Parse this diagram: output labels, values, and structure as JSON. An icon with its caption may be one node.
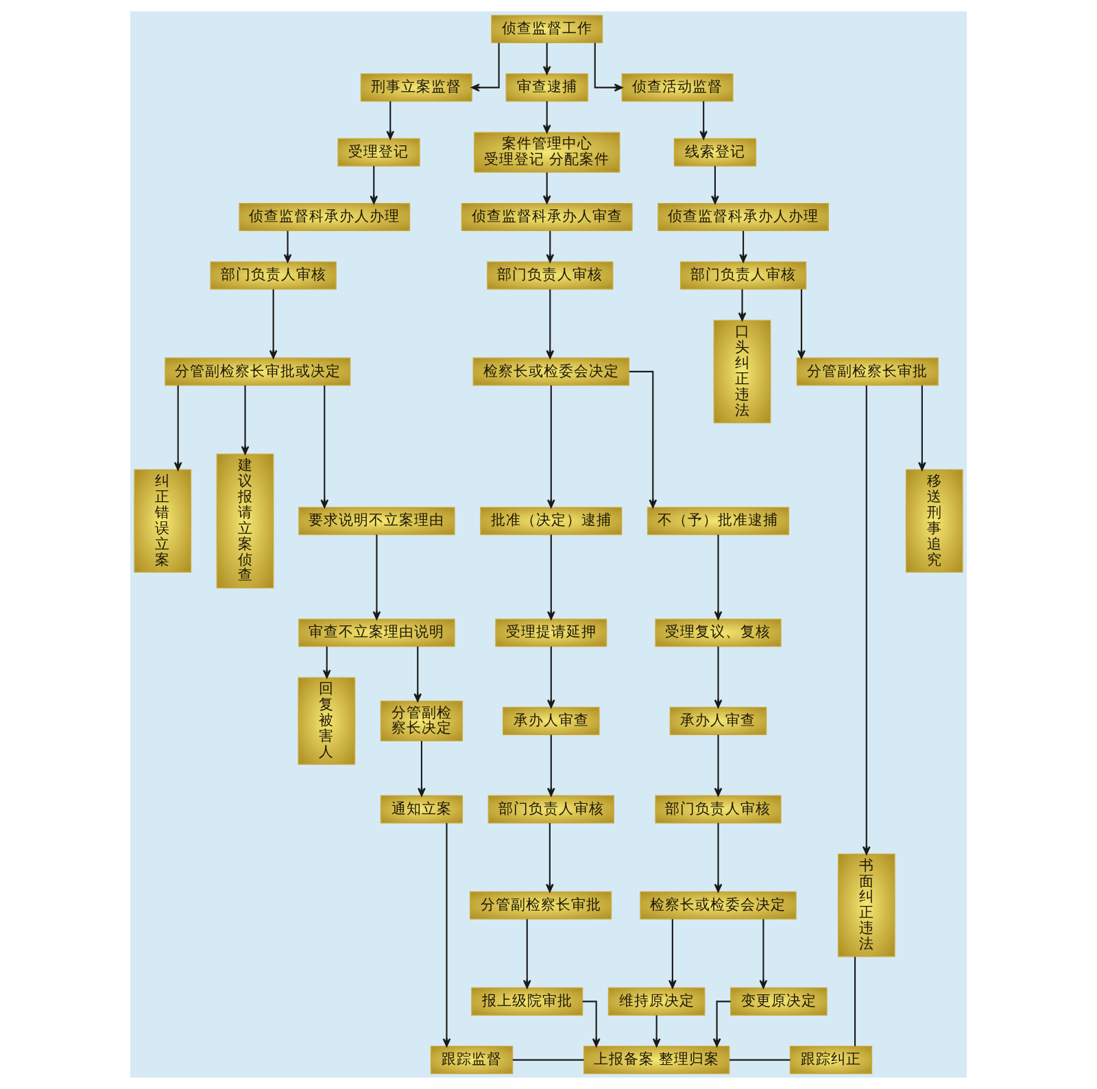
{
  "diagram": {
    "nodes": [
      {
        "text": [
          "侦查监督工作"
        ]
      },
      {
        "text": [
          "刑事立案监督"
        ]
      },
      {
        "text": [
          "审查逮捕"
        ]
      },
      {
        "text": [
          "侦查活动监督"
        ]
      },
      {
        "text": [
          "受理登记"
        ]
      },
      {
        "text": [
          "案件管理中心受理登记 分配案件"
        ]
      },
      {
        "text": [
          "线索登记"
        ]
      },
      {
        "text": [
          "侦查监督科承办人办理"
        ]
      },
      {
        "text": [
          "侦查监督科承办人审查"
        ]
      },
      {
        "text": [
          "侦查监督科承办人办理"
        ]
      },
      {
        "text": [
          "部门负责人审核"
        ]
      },
      {
        "text": [
          "部门负责人审核"
        ]
      },
      {
        "text": [
          "部门负责人审核"
        ]
      },
      {
        "text": [
          "分管副检察长审批或决定"
        ]
      },
      {
        "text": [
          "检察长或检委会决定"
        ]
      },
      {
        "text": [
          "口头纠正违法"
        ]
      },
      {
        "text": [
          "纠正错误立案"
        ]
      },
      {
        "text": [
          "建议报请立案侦查"
        ]
      },
      {
        "text": [
          "批准（决定）逮捕"
        ]
      },
      {
        "text": [
          "不（予）批准逮捕"
        ]
      },
      {
        "text": [
          "分管副检察长审批"
        ]
      },
      {
        "text": [
          "要求说明不立案理由"
        ]
      },
      {
        "text": [
          "受理提请延押"
        ]
      },
      {
        "text": [
          "受理复议、复核"
        ]
      },
      {
        "text": [
          "审查不立案理由说明"
        ]
      },
      {
        "text": [
          "承办人审查"
        ]
      },
      {
        "text": [
          "承办人审查"
        ]
      },
      {
        "text": [
          "书面纠正违法"
        ]
      },
      {
        "text": [
          "移送刑事追究"
        ]
      },
      {
        "text": [
          "回复被害人"
        ]
      },
      {
        "text": [
          "分管副检察长决定"
        ]
      },
      {
        "text": [
          "部门负责人审核"
        ]
      },
      {
        "text": [
          "部门负责人审核"
        ]
      },
      {
        "text": [
          "分管副检察长审批"
        ]
      },
      {
        "text": [
          "检察长或检委会决定"
        ]
      },
      {
        "text": [
          "通知立案"
        ]
      },
      {
        "text": [
          "报上级院审批"
        ]
      },
      {
        "text": [
          "维持原决定"
        ]
      },
      {
        "text": [
          "变更原决定"
        ]
      },
      {
        "text": [
          "跟踪监督"
        ]
      },
      {
        "text": [
          "上报备案 整理归案"
        ]
      },
      {
        "text": [
          "跟踪纠正"
        ]
      }
    ],
    "edges": [
      {
        "from": 0,
        "to": 1,
        "arrow": "to"
      },
      {
        "from": 0,
        "to": 2,
        "arrow": "to"
      },
      {
        "from": 0,
        "to": 3,
        "arrow": "to"
      },
      {
        "from": 1,
        "to": 4,
        "arrow": "to"
      },
      {
        "from": 2,
        "to": 5,
        "arrow": "to"
      },
      {
        "from": 3,
        "to": 6,
        "arrow": "to"
      },
      {
        "from": 4,
        "to": 7,
        "arrow": "to"
      },
      {
        "from": 5,
        "to": 8,
        "arrow": "to"
      },
      {
        "from": 6,
        "to": 9,
        "arrow": "to"
      },
      {
        "from": 7,
        "to": 10,
        "arrow": "to"
      },
      {
        "from": 8,
        "to": 11,
        "arrow": "to"
      },
      {
        "from": 9,
        "to": 12,
        "arrow": "to"
      },
      {
        "from": 10,
        "to": 13,
        "arrow": "to"
      },
      {
        "from": 11,
        "to": 14,
        "arrow": "to"
      },
      {
        "from": 12,
        "to": 15,
        "arrow": "to"
      },
      {
        "from": 12,
        "to": 20,
        "arrow": "to"
      },
      {
        "from": 13,
        "to": 16,
        "arrow": "to"
      },
      {
        "from": 13,
        "to": 17,
        "arrow": "to"
      },
      {
        "from": 13,
        "to": 21,
        "arrow": "to"
      },
      {
        "from": 14,
        "to": 18,
        "arrow": "to"
      },
      {
        "from": 14,
        "to": 19,
        "arrow": "to"
      },
      {
        "from": 21,
        "to": 24,
        "arrow": "to"
      },
      {
        "from": 18,
        "to": 22,
        "arrow": "to"
      },
      {
        "from": 19,
        "to": 23,
        "arrow": "to"
      },
      {
        "from": 20,
        "to": 27,
        "arrow": "to"
      },
      {
        "from": 20,
        "to": 28,
        "arrow": "to"
      },
      {
        "from": 24,
        "to": 29,
        "arrow": "to"
      },
      {
        "from": 24,
        "to": 30,
        "arrow": "to"
      },
      {
        "from": 22,
        "to": 25,
        "arrow": "to"
      },
      {
        "from": 23,
        "to": 26,
        "arrow": "to"
      },
      {
        "from": 25,
        "to": 31,
        "arrow": "to"
      },
      {
        "from": 26,
        "to": 32,
        "arrow": "to"
      },
      {
        "from": 31,
        "to": 33,
        "arrow": "to"
      },
      {
        "from": 32,
        "to": 34,
        "arrow": "to"
      },
      {
        "from": 30,
        "to": 35,
        "arrow": "to"
      },
      {
        "from": 33,
        "to": 36,
        "arrow": "to"
      },
      {
        "from": 34,
        "to": 37,
        "arrow": "to"
      },
      {
        "from": 34,
        "to": 38,
        "arrow": "to"
      },
      {
        "from": 35,
        "to": 39,
        "arrow": "to"
      },
      {
        "from": 36,
        "to": 40,
        "arrow": "to"
      },
      {
        "from": 37,
        "to": 40,
        "arrow": "to"
      },
      {
        "from": 38,
        "to": 40,
        "arrow": "to"
      },
      {
        "from": 39,
        "to": 40,
        "arrow": "none"
      },
      {
        "from": 40,
        "to": 41,
        "arrow": "none"
      },
      {
        "from": 27,
        "to": 41,
        "arrow": "none"
      }
    ]
  }
}
